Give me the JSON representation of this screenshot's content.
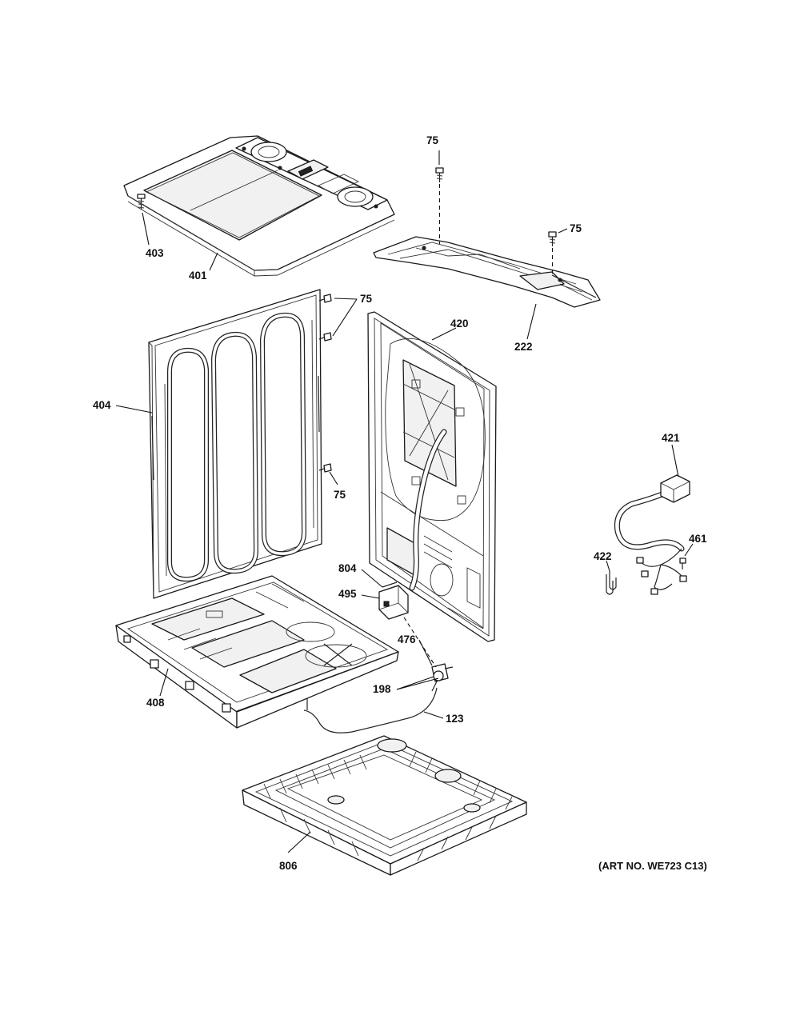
{
  "callouts": {
    "c75_top": "75",
    "c75_right": "75",
    "c75_panel": "75",
    "c75_lower": "75",
    "c403": "403",
    "c401": "401",
    "c222": "222",
    "c420": "420",
    "c404": "404",
    "c421": "421",
    "c461": "461",
    "c422": "422",
    "c804": "804",
    "c495": "495",
    "c476": "476",
    "c198": "198",
    "c123": "123",
    "c408": "408",
    "c806": "806"
  },
  "art_number": "(ART NO. WE723 C13)"
}
